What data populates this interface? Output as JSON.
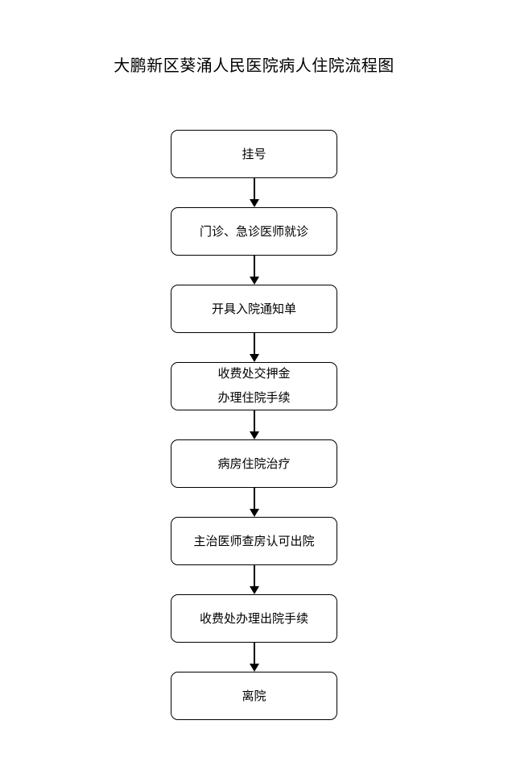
{
  "title": "大鹏新区葵涌人民医院病人住院流程图",
  "steps": [
    {
      "lines": [
        "挂号"
      ]
    },
    {
      "lines": [
        "门诊、急诊医师就诊"
      ]
    },
    {
      "lines": [
        "开具入院通知单"
      ]
    },
    {
      "lines": [
        "收费处交押金",
        "办理住院手续"
      ]
    },
    {
      "lines": [
        "病房住院治疗"
      ]
    },
    {
      "lines": [
        "主治医师查房认可出院"
      ]
    },
    {
      "lines": [
        "收费处办理出院手续"
      ]
    },
    {
      "lines": [
        "离院"
      ]
    }
  ]
}
